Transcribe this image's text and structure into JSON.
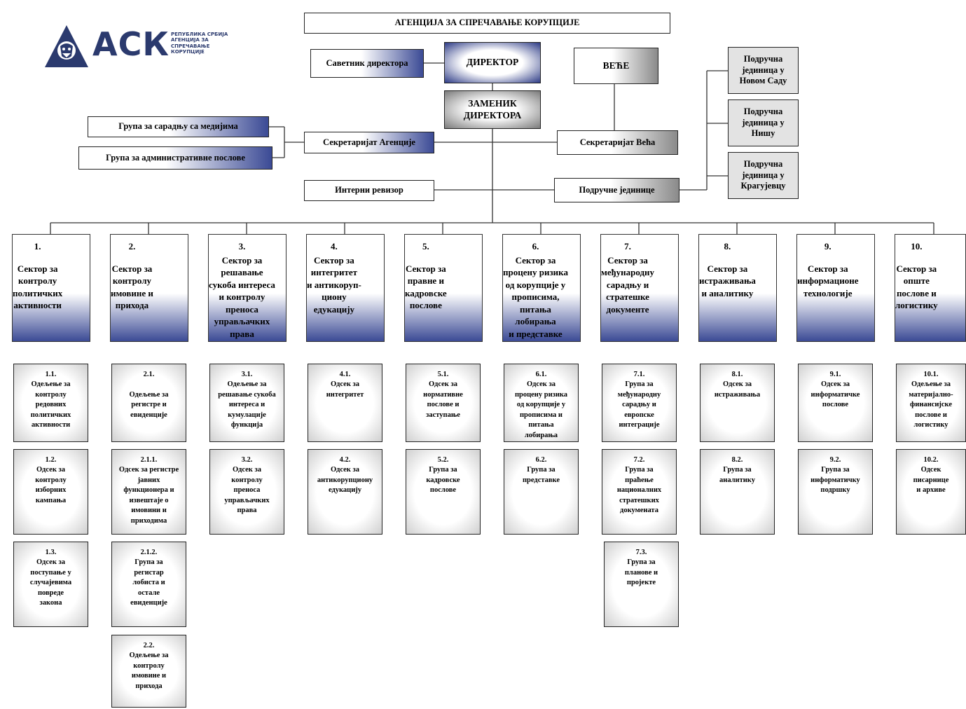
{
  "logo": {
    "letters": "АСК",
    "subtitle": "РЕПУБЛИКА СРБИЈА\nАГЕНЦИЈА ЗА\nСПРЕЧАВАЊЕ\nКОРУПЦИЈЕ",
    "emblem_icon": "coat-of-arms-icon",
    "brand_color": "#2b3a6e"
  },
  "top": {
    "agency": "АГЕНЦИЈА ЗА СПРЕЧАВАЊЕ КОРУПЦИЈЕ",
    "advisor": "Саветник директора",
    "director": "ДИРЕКТОР",
    "deputy": "ЗАМЕНИК\nДИРЕКТОРА",
    "council": "ВЕЋЕ",
    "media_group": "Група за сарадњу са медијима",
    "admin_group": "Група за административне послове",
    "secretariat": "Секретаријат Агенције",
    "council_secretariat": "Секретаријат Већа",
    "auditor": "Интерни ревизор",
    "regional_units": "Подручне јединице",
    "novi_sad": "Подручна\nјединица у\nНовом Саду",
    "nis": "Подручна\nјединица у\nНишу",
    "kragujevac": "Подручна\nјединица у\nКрагујевцу"
  },
  "sectors": [
    {
      "num": "1.",
      "name": "Сектор за\nконтролу\nполитичких\nактивности"
    },
    {
      "num": "2.",
      "name": "Сектор за\nконтролу\nимовине и\nприхода"
    },
    {
      "num": "3.",
      "name": "Сектор за\nрешавање\nсукоба интереса\nи контролу\nпреноса\nуправљачких\nправа"
    },
    {
      "num": "4.",
      "name": "Сектор за\nинтегритет\nи антикоруп-\nциону\nедукацију"
    },
    {
      "num": "5.",
      "name": "Сектор за\nправне и\nкадровске\nпослове"
    },
    {
      "num": "6.",
      "name": "Сектор за\nпроцену ризика\nод корупције у\nпрописима,\nпитања\nлобирања\nи представке"
    },
    {
      "num": "7.",
      "name": "Сектор за\nмеђународну\nсарадњу и\nстратешке\nдокументе"
    },
    {
      "num": "8.",
      "name": "Сектор за\nистраживања\nи аналитику"
    },
    {
      "num": "9.",
      "name": "Сектор за\nинформационе\nтехнологије"
    },
    {
      "num": "10.",
      "name": "Сектор за\nопште\nпослове и\nлогистику"
    }
  ],
  "units": [
    [
      "1.1.\nОдељење за\nконтролу\nредовних\nполитичких\nактивности",
      "1.2.\nОдсек за\nконтролу\nизборних\nкампања",
      "1.3.\nОдсек за\nпоступање у\nслучајевима\nповреде\nзакона"
    ],
    [
      "2.1.\n\nОдељење за\nрегистре и\nевиденције",
      "2.1.1.\nОдсек за регистре\nјавних\nфункционера и\nизвештаје о\nимовини и\nприходима",
      "2.1.2.\nГрупа за\nрегистар\nлобиста и\nостале\nевиденције",
      "2.2.\nОдељење за\nконтролу\nимовине и\nприхода"
    ],
    [
      "3.1.\nОдељење за\nрешавање сукоба\nинтереса и\nкумулације\nфункција",
      "3.2.\nОдсек за\nконтролу\nпреноса\nуправљачких\nправа"
    ],
    [
      "4.1.\nОдсек за\nинтегритет",
      "4.2.\nОдсек за\nантикорупциону\nедукацију"
    ],
    [
      "5.1.\nОдсек за\nнормативне\nпослове и\nзаступање",
      "5.2.\nГрупа за\nкадровске\nпослове"
    ],
    [
      "6.1.\nОдсек за\nпроцену ризика\nод корупције у\nпрописима и\nпитања\nлобирања",
      "6.2.\nГрупа за\nпредставке"
    ],
    [
      "7.1.\nГрупа за\nмеђународну\nсарадњу и\nевропске\nинтеграције",
      "7.2.\nГрупа за\nпраћење\nнационалних\nстратешких\nдокумената",
      "7.3.\nГрупа за\nпланове и\nпројекте"
    ],
    [
      "8.1.\nОдсек за\nистраживања",
      "8.2.\nГрупа за\nаналитику"
    ],
    [
      "9.1.\nОдсек за\nинформатичке\nпослове",
      "9.2.\nГрупа за\nинформатичку\nподршку"
    ],
    [
      "10.1.\nОдељење за\nматеријално-\nфинансијске\nпослове и\nлогистику",
      "10.2.\nОдсек\nписарнице\nи архиве"
    ]
  ]
}
